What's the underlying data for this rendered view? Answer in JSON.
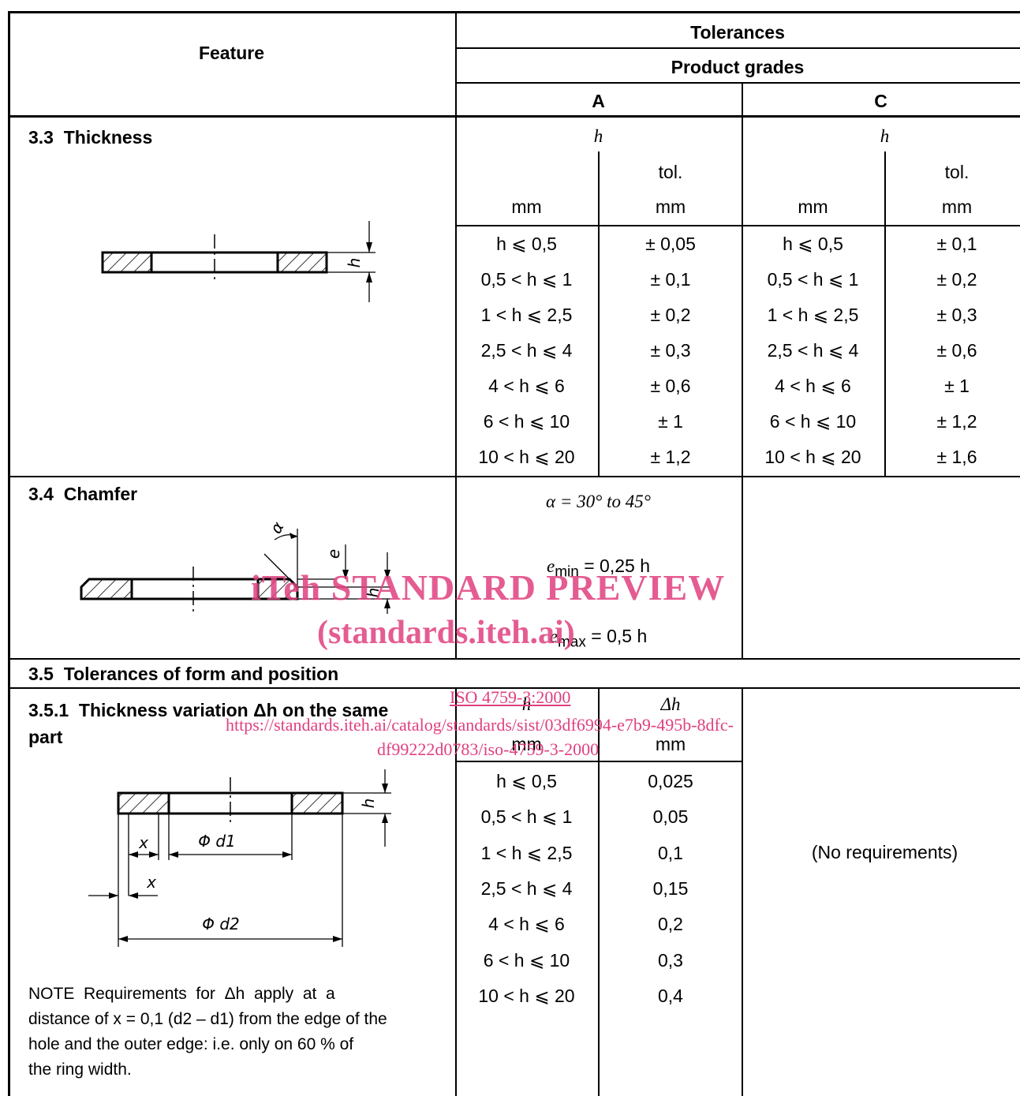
{
  "header": {
    "feature": "Feature",
    "tolerances": "Tolerances",
    "product_grades": "Product grades",
    "grade_a": "A",
    "grade_c": "C"
  },
  "thickness": {
    "title": "3.3  Thickness",
    "h_label": "h",
    "tol_label": "tol.",
    "unit": "mm",
    "rows": [
      {
        "range": "h ⩽ 0,5",
        "tol_a": "± 0,05",
        "tol_c": "± 0,1"
      },
      {
        "range": "0,5 < h ⩽ 1",
        "tol_a": "± 0,1",
        "tol_c": "± 0,2"
      },
      {
        "range": "1 < h ⩽ 2,5",
        "tol_a": "± 0,2",
        "tol_c": "± 0,3"
      },
      {
        "range": "2,5 < h ⩽ 4",
        "tol_a": "± 0,3",
        "tol_c": "± 0,6"
      },
      {
        "range": "4 < h ⩽ 6",
        "tol_a": "± 0,6",
        "tol_c": "± 1"
      },
      {
        "range": "6 < h ⩽ 10",
        "tol_a": "± 1",
        "tol_c": "± 1,2"
      },
      {
        "range": "10 < h ⩽ 20",
        "tol_a": "± 1,2",
        "tol_c": "± 1,6"
      }
    ],
    "drawing_label_h": "h"
  },
  "chamfer": {
    "title": "3.4  Chamfer",
    "alpha": "α = 30° to 45°",
    "e_min": "e",
    "e_min_sub": "min",
    "e_min_val": " = 0,25 h",
    "e_max": "e",
    "e_max_sub": "max",
    "e_max_val": " = 0,5 h",
    "drawing_labels": {
      "alpha": "α",
      "e": "e",
      "h": "h"
    }
  },
  "form_position": {
    "title": "3.5  Tolerances of form and position"
  },
  "thickness_variation": {
    "title_line1": "3.5.1  Thickness variation Δh on the same",
    "title_line2": "part",
    "col_h": "h",
    "col_dh": "Δh",
    "unit": "mm",
    "rows": [
      {
        "range": "h ⩽ 0,5",
        "value": "0,025"
      },
      {
        "range": "0,5 < h ⩽ 1",
        "value": "0,05"
      },
      {
        "range": "1 < h ⩽ 2,5",
        "value": "0,1"
      },
      {
        "range": "2,5 < h ⩽ 4",
        "value": "0,15"
      },
      {
        "range": "4 < h ⩽ 6",
        "value": "0,2"
      },
      {
        "range": "6 < h ⩽ 10",
        "value": "0,3"
      },
      {
        "range": "10 < h ⩽ 20",
        "value": "0,4"
      }
    ],
    "no_requirements": "(No requirements)",
    "note_line1": "NOTE  Requirements  for  Δh  apply  at  a",
    "note_line2": "distance of x = 0,1 (d2 – d1) from the edge of the",
    "note_line3": "hole and the outer edge: i.e. only on 60 % of",
    "note_line4": "the ring width.",
    "drawing_labels": {
      "x1": "x",
      "x2": "x",
      "d1": "Φ d1",
      "d2": "Φ d2",
      "h": "h"
    }
  },
  "watermark": {
    "line1": "iTeh STANDARD PREVIEW",
    "line2": "(standards.iteh.ai)",
    "iso": "ISO 4759-3:2000",
    "url1": "https://standards.iteh.ai/catalog/standards/sist/03df6994-e7b9-495b-8dfc-",
    "url2": "df99222d0783/iso-4759-3-2000"
  }
}
